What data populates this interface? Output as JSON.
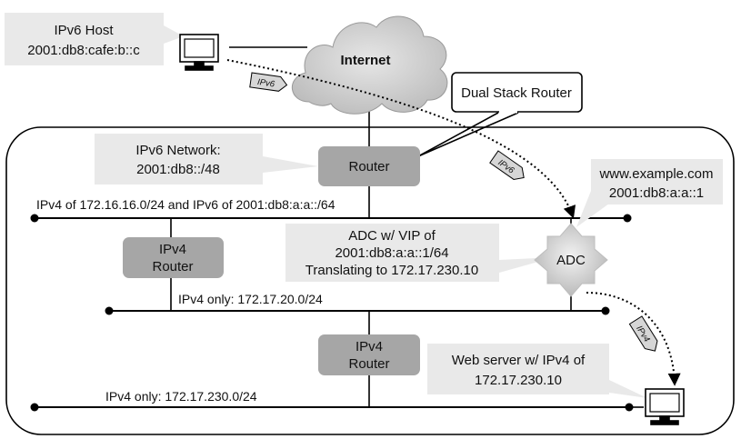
{
  "host": {
    "name": "IPv6 Host",
    "address": "2001:db8:cafe:b::c"
  },
  "internet": {
    "label": "Internet"
  },
  "dual_stack": {
    "label": "Dual Stack Router"
  },
  "ipv6_network": {
    "title": "IPv6 Network:",
    "prefix": "2001:db8::/48"
  },
  "router_top": {
    "label": "Router"
  },
  "www": {
    "name": "www.example.com",
    "address": "2001:db8:a:a::1"
  },
  "segment_dual": {
    "label": "IPv4 of 172.16.16.0/24 and IPv6 of 2001:db8:a:a::/64"
  },
  "adc_callout": {
    "line1": "ADC w/ VIP of",
    "line2": "2001:db8:a:a::1/64",
    "line3": "Translating to 172.17.230.10"
  },
  "adc": {
    "label": "ADC"
  },
  "ipv4_router_left": {
    "line1": "IPv4",
    "line2": "Router"
  },
  "segment_v4_a": {
    "label": "IPv4 only: 172.17.20.0/24"
  },
  "ipv4_router_mid": {
    "line1": "IPv4",
    "line2": "Router"
  },
  "web_server": {
    "line1": "Web server w/ IPv4 of",
    "line2": "172.17.230.10"
  },
  "segment_v4_b": {
    "label": "IPv4 only: 172.17.230.0/24"
  },
  "tags": {
    "ipv6_a": "IPv6",
    "ipv6_b": "IPv6",
    "ipv4": "IPv4"
  },
  "colors": {
    "callout_fill": "#e9e9e9",
    "router_fill": "#a6a6a6",
    "cloud_fill": "#cfcfcf",
    "adc_fill": "#d0d0d0",
    "line": "#000000"
  }
}
